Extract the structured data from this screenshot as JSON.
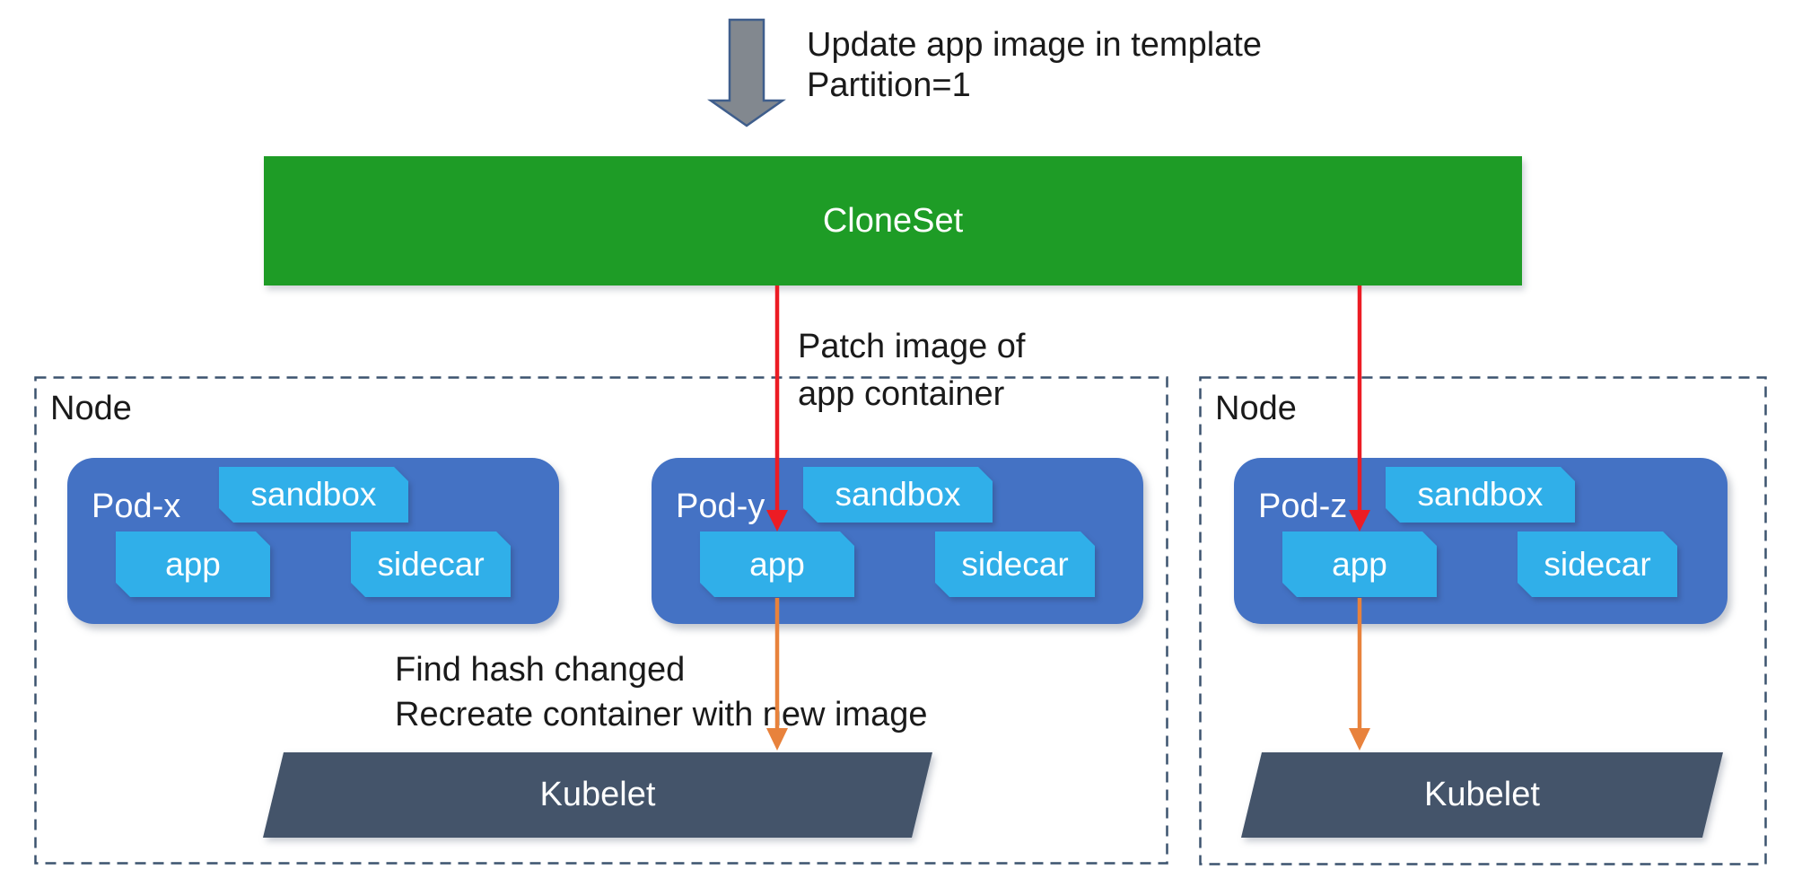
{
  "update_note": {
    "lines": [
      "Update app image in template",
      "Partition=1"
    ]
  },
  "cloneset": {
    "label": "CloneSet"
  },
  "patch_note": {
    "lines": [
      "Patch image of",
      "app container"
    ]
  },
  "kubelet_note": {
    "lines": [
      "Find hash changed",
      "Recreate container with new image"
    ]
  },
  "nodes": [
    {
      "label": "Node",
      "pods": [
        {
          "label": "Pod-x",
          "containers": [
            {
              "label": "sandbox"
            },
            {
              "label": "app"
            },
            {
              "label": "sidecar"
            }
          ]
        },
        {
          "label": "Pod-y",
          "containers": [
            {
              "label": "sandbox"
            },
            {
              "label": "app"
            },
            {
              "label": "sidecar"
            }
          ]
        }
      ],
      "kubelet": {
        "label": "Kubelet"
      }
    },
    {
      "label": "Node",
      "pods": [
        {
          "label": "Pod-z",
          "containers": [
            {
              "label": "sandbox"
            },
            {
              "label": "app"
            },
            {
              "label": "sidecar"
            }
          ]
        }
      ],
      "kubelet": {
        "label": "Kubelet"
      }
    }
  ],
  "colors": {
    "cloneset_green": "#1e9c26",
    "pod_blue": "#4472c4",
    "container_blue": "#30afe9",
    "kubelet_slate": "#44546a",
    "node_border_dash": "#3c536f",
    "patch_arrow_red": "#ec1c24",
    "recreate_arrow_orange": "#e8823c",
    "update_arrow_gray_fill": "#82888f",
    "update_arrow_gray_border": "#3f5e8c"
  }
}
